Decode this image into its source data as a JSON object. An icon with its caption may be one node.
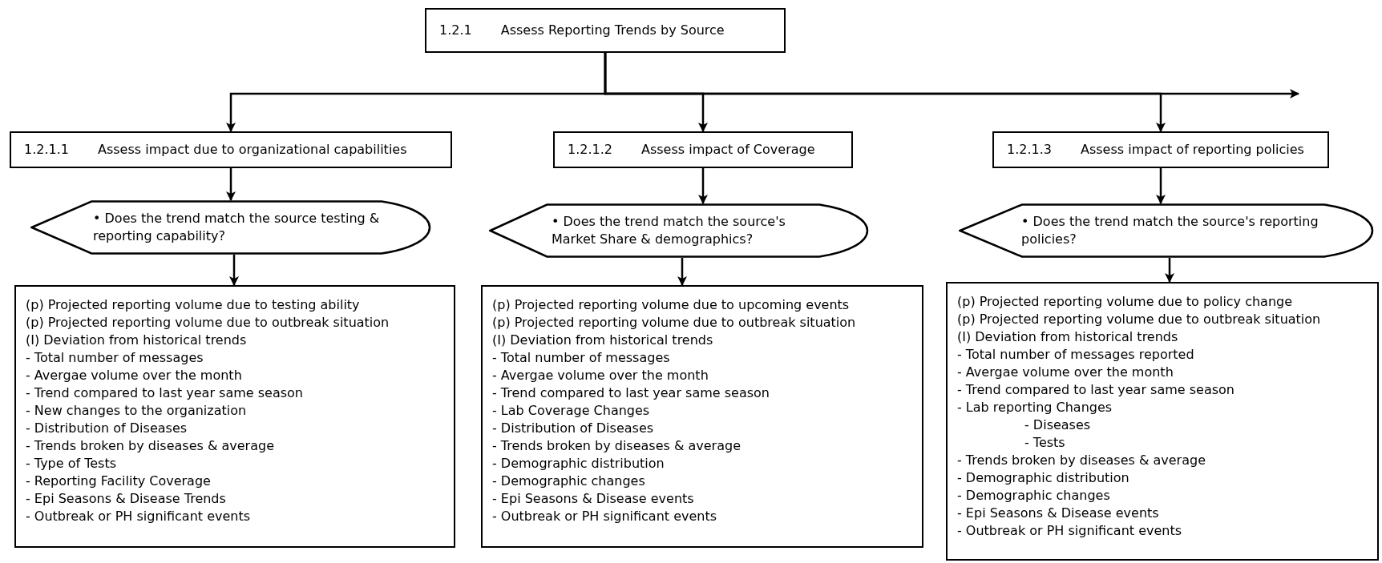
{
  "diagram": {
    "nodes": [
      {
        "text": [
          "1.2.1",
          "Assess Reporting Trends by Source"
        ]
      },
      {
        "text": [
          "1.2.1.1",
          "Assess impact due to organizational capabilities"
        ]
      },
      {
        "text": [
          "1.2.1.2",
          "Assess impact of Coverage"
        ]
      },
      {
        "text": [
          "1.2.1.3",
          "Assess impact of reporting policies"
        ]
      },
      {
        "text": [
          "• Does the trend match the source testing & reporting capability?"
        ]
      },
      {
        "text": [
          "• Does the trend match the source's Market Share & demographics?"
        ]
      },
      {
        "text": [
          "• Does the trend match the source's reporting policies?"
        ]
      },
      {
        "text": [
          "(p) Projected reporting volume due to testing ability",
          "(p) Projected reporting volume due to outbreak situation",
          "(I) Deviation from historical trends",
          "- Total number of messages",
          "- Avergae volume over the month",
          "- Trend compared to last year same season",
          "- New changes to the organization",
          "- Distribution of Diseases",
          "- Trends broken by diseases & average",
          "- Type of Tests",
          "- Reporting Facility Coverage",
          "- Epi Seasons & Disease Trends",
          "- Outbreak or PH significant events"
        ]
      },
      {
        "text": [
          "(p) Projected reporting volume due to upcoming events",
          "(p) Projected reporting volume due to outbreak situation",
          "(I) Deviation from historical trends",
          "- Total number of messages",
          "- Avergae volume over the month",
          "- Trend compared to last year same season",
          "- Lab Coverage Changes",
          "- Distribution of Diseases",
          "- Trends broken by diseases & average",
          "- Demographic distribution",
          "- Demographic changes",
          "- Epi Seasons & Disease events",
          "- Outbreak or PH significant events"
        ]
      },
      {
        "text": [
          "(p) Projected reporting volume due to policy change",
          "(p) Projected reporting volume due to outbreak situation",
          "(I) Deviation from historical trends",
          "- Total number of messages reported",
          "- Avergae volume over the month",
          "- Trend compared to last year same season",
          "- Lab reporting Changes",
          "- Diseases",
          "- Tests",
          "- Trends broken by diseases & average",
          "- Demographic distribution",
          "- Demographic changes",
          "- Epi Seasons & Disease events",
          "- Outbreak or PH significant events"
        ]
      }
    ],
    "edges": [
      {
        "from": 0,
        "to": 1,
        "arrow": "to"
      },
      {
        "from": 0,
        "to": 2,
        "arrow": "to"
      },
      {
        "from": 0,
        "to": 3,
        "arrow": "to"
      },
      {
        "from": 0,
        "to": null,
        "arrow": "to"
      },
      {
        "from": 1,
        "to": 4,
        "arrow": "to"
      },
      {
        "from": 2,
        "to": 5,
        "arrow": "to"
      },
      {
        "from": 3,
        "to": 6,
        "arrow": "to"
      },
      {
        "from": 4,
        "to": 7,
        "arrow": "to"
      },
      {
        "from": 5,
        "to": 8,
        "arrow": "to"
      },
      {
        "from": 6,
        "to": 9,
        "arrow": "to"
      }
    ]
  }
}
